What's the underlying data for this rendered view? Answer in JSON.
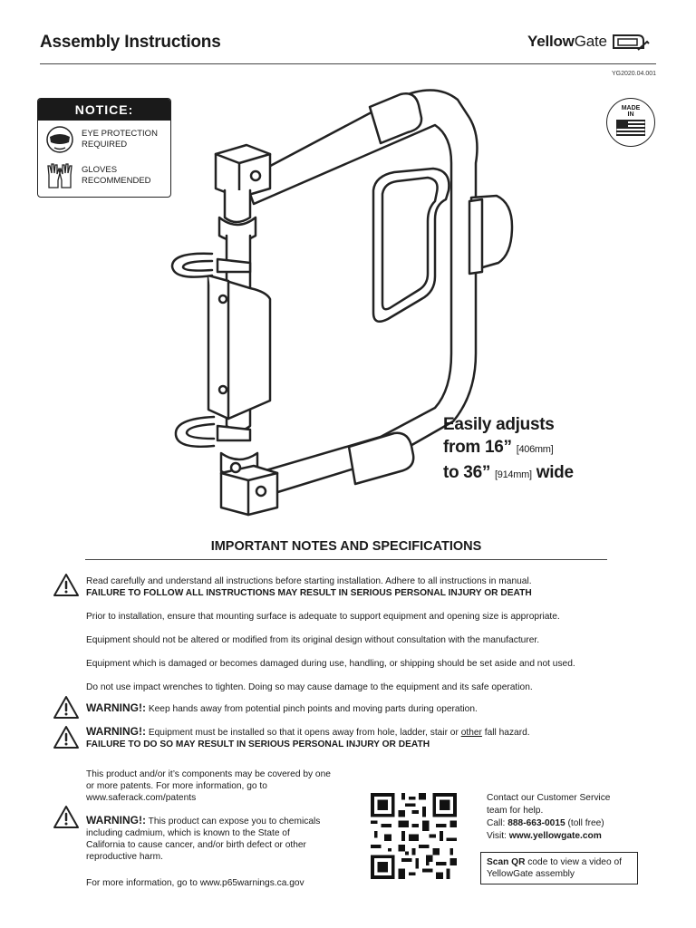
{
  "header": {
    "title": "Assembly Instructions",
    "brand_part1": "Yellow",
    "brand_part2": "Gate",
    "doc_id": "YG2020.04.001"
  },
  "notice": {
    "heading": "NOTICE:",
    "items": [
      {
        "icon": "eye-protection-icon",
        "label": "EYE PROTECTION REQUIRED"
      },
      {
        "icon": "gloves-icon",
        "label": "GLOVES RECOMMENDED"
      }
    ]
  },
  "made_in": {
    "label_top": "MADE",
    "label_bottom": "IN"
  },
  "adjust": {
    "line1": "Easily adjusts",
    "from": "from 16”",
    "from_mm": "[406mm]",
    "to": "to 36”",
    "to_mm": "[914mm]",
    "suffix": "wide"
  },
  "section_title": "IMPORTANT NOTES AND SPECIFICATIONS",
  "notes": {
    "read": "Read carefully and understand all instructions before starting installation. Adhere to all instructions in manual.",
    "read_bold": "FAILURE TO FOLLOW ALL INSTRUCTIONS MAY RESULT IN SERIOUS PERSONAL INJURY OR DEATH",
    "p1": "Prior to installation, ensure that mounting surface is adequate to support equipment and opening size is appropriate.",
    "p2": "Equipment should not be altered or modified from its original design without consultation with the manufacturer.",
    "p3": "Equipment which is damaged or becomes damaged during use, handling, or shipping should be set aside and not used.",
    "p4": "Do not use impact wrenches to tighten. Doing so may cause damage to the equipment and its safe operation.",
    "w1_label": "WARNING!:",
    "w1_text": " Keep hands away from potential pinch points and moving parts during operation.",
    "w2_label": "WARNING!:",
    "w2_text_a": " Equipment must be installed so that it opens away from hole, ladder, stair or ",
    "w2_text_u": "other",
    "w2_text_b": " fall hazard.",
    "w2_bold": "FAILURE TO DO SO MAY RESULT IN SERIOUS PERSONAL INJURY OR DEATH"
  },
  "patents": "This product and/or it’s components may be covered by one or more patents. For more information, go to www.saferack.com/patents",
  "prop65": {
    "label": "WARNING!:",
    "text": " This product can expose you to chemicals including cadmium, which is known to the State of California to cause cancer, and/or birth defect or other reproductive harm.",
    "more": "For more information, go to www.p65warnings.ca.gov"
  },
  "contact": {
    "intro": "Contact our Customer Service team for help.",
    "call_label": "Call: ",
    "phone": "888-663-0015",
    "toll": " (toll free)",
    "visit_label": "Visit: ",
    "site": "www.yellowgate.com",
    "scan_bold": "Scan QR",
    "scan_text": " code to view a video of YellowGate assembly"
  }
}
